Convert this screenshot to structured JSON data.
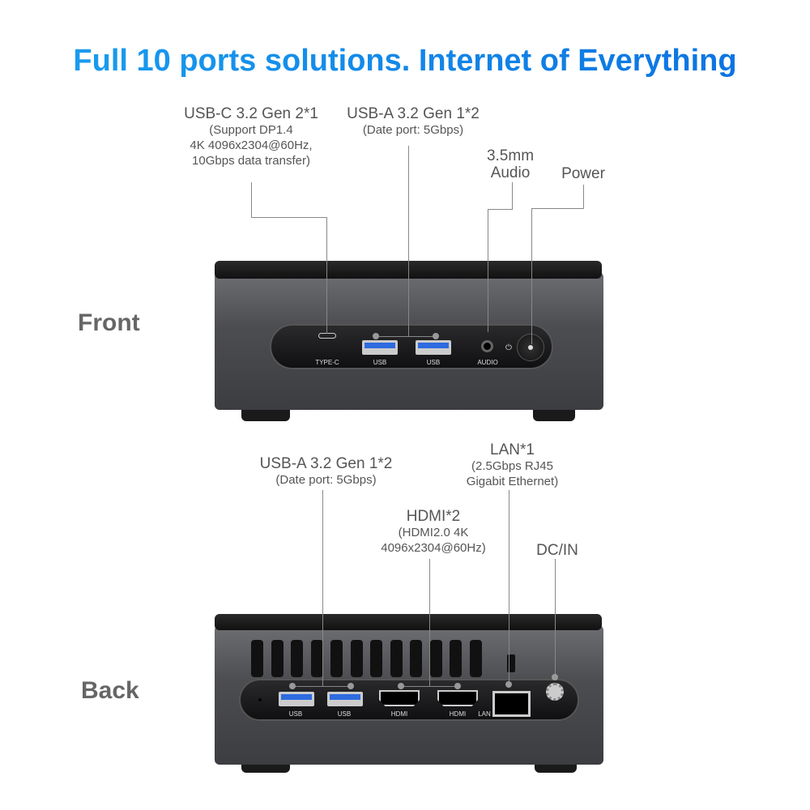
{
  "title": "Full 10 ports solutions. Internet of Everything",
  "front": {
    "label": "Front",
    "usbc": {
      "title": "USB-C 3.2 Gen 2*1",
      "l1": "(Support DP1.4",
      "l2": "4K 4096x2304@60Hz,",
      "l3": "10Gbps data transfer)"
    },
    "usba": {
      "title": "USB-A 3.2 Gen 1*2",
      "sub": "(Date port: 5Gbps)"
    },
    "audio": {
      "l1": "3.5mm",
      "l2": "Audio"
    },
    "power": {
      "title": "Power"
    },
    "ports": {
      "typec": "TYPE-C",
      "usb1": "USB",
      "usb2": "USB",
      "audio": "AUDIO"
    }
  },
  "back": {
    "label": "Back",
    "usba": {
      "title": "USB-A 3.2 Gen 1*2",
      "sub": "(Date port: 5Gbps)"
    },
    "lan": {
      "title": "LAN*1",
      "l1": "(2.5Gbps RJ45",
      "l2": "Gigabit Ethernet)"
    },
    "hdmi": {
      "title": "HDMI*2",
      "l1": "(HDMI2.0 4K",
      "l2": "4096x2304@60Hz)"
    },
    "dc": {
      "title": "DC/IN"
    },
    "ports": {
      "usb1": "USB",
      "usb2": "USB",
      "hdmi1": "HDMI",
      "hdmi2": "HDMI",
      "lan": "LAN"
    }
  }
}
